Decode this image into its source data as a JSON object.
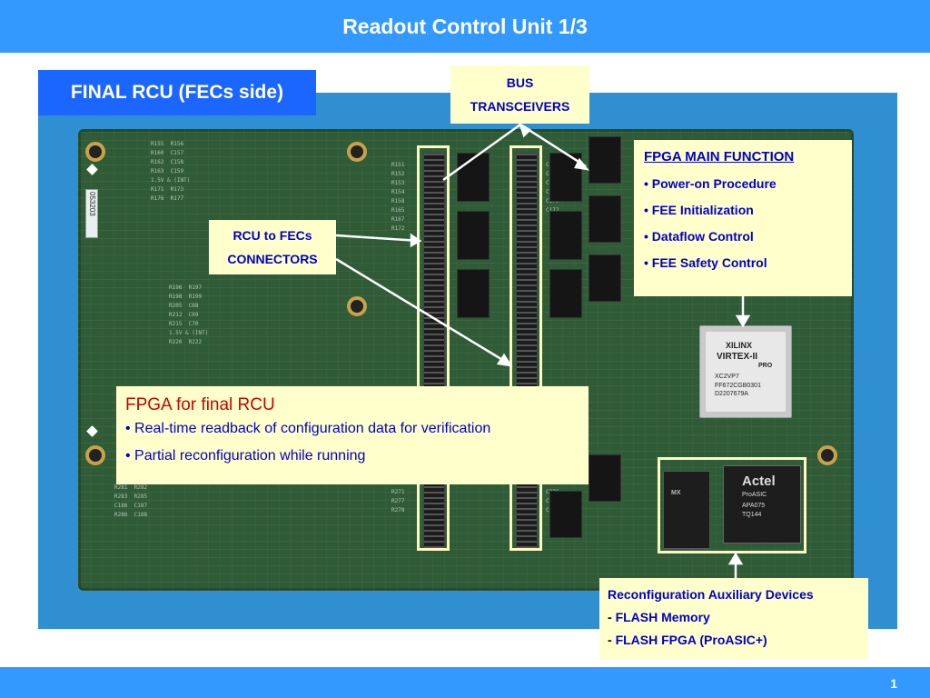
{
  "header": {
    "title": "Readout Control Unit 1/3"
  },
  "footer": {
    "page_number": "1"
  },
  "slide_label": {
    "text": "FINAL RCU (FECs side)"
  },
  "callouts": {
    "bus_transceivers": {
      "line1": "BUS",
      "line2": "TRANSCEIVERS"
    },
    "rcu_connectors": {
      "line1": "RCU to FECs",
      "line2": "CONNECTORS"
    },
    "fpga_main": {
      "heading": "FPGA MAIN FUNCTION",
      "items": [
        "• Power-on Procedure",
        "• FEE Initialization",
        "• Dataflow Control",
        "• FEE Safety Control"
      ]
    },
    "fpga_final": {
      "heading": "FPGA for final RCU",
      "items": [
        "• Real-time readback of configuration data for verification",
        "• Partial reconfiguration while running"
      ]
    },
    "reconfig": {
      "heading": "Reconfiguration Auxiliary Devices",
      "items": [
        {
          "dash": "- ",
          "text": "FLASH Memory"
        },
        {
          "dash": "- ",
          "text": "FLASH FPGA (ProASIC+)"
        }
      ]
    }
  },
  "board": {
    "serial": "053203",
    "fpga_markings": {
      "brand": "XILINX",
      "family": "VIRTEX-II",
      "sub": "PRO",
      "part": "XC2VP7",
      "code": "FF672CGB0301",
      "lot": "D2207679A"
    },
    "actel_markings": {
      "brand": "Actel",
      "family": "ProASIC",
      "part": "APA075",
      "package": "TQ144"
    },
    "flash_markings": {
      "brand": "MX"
    }
  },
  "colors": {
    "bar": "#3399ff",
    "label_bg": "#1a66ff",
    "callout_bg": "#ffffcc",
    "callout_text": "#0000cc",
    "accent_red": "#cc0000"
  }
}
